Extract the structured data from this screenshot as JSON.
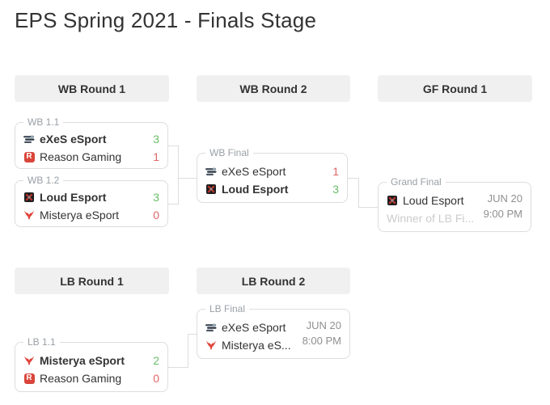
{
  "title": "EPS Spring 2021 - Finals Stage",
  "colors": {
    "win_score": "#6abf69",
    "loss_score": "#e06666",
    "team_red": "#d9453a",
    "border": "#dddddd",
    "label_gray": "#9aa0a6",
    "header_bg": "#f0f0f0",
    "text_dark": "#333333",
    "schedule_gray": "#909090",
    "placeholder_gray": "#cccccc"
  },
  "columns": [
    {
      "label": "WB Round 1"
    },
    {
      "label": "WB Round 2"
    },
    {
      "label": "GF Round 1"
    },
    {
      "label": "LB Round 1"
    },
    {
      "label": "LB Round 2"
    }
  ],
  "matches": [
    {
      "label": "WB 1.1",
      "teams": [
        {
          "name": "eXeS eSport",
          "icon": "exes-esport-logo",
          "score": "3",
          "winner": true
        },
        {
          "name": "Reason Gaming",
          "icon": "reason-gaming-logo",
          "score": "1",
          "winner": false
        }
      ]
    },
    {
      "label": "WB 1.2",
      "teams": [
        {
          "name": "Loud Esport",
          "icon": "loud-esport-logo",
          "score": "3",
          "winner": true
        },
        {
          "name": "Misterya eSport",
          "icon": "misterya-esport-logo",
          "score": "0",
          "winner": false
        }
      ]
    },
    {
      "label": "WB Final",
      "teams": [
        {
          "name": "eXeS eSport",
          "icon": "exes-esport-logo",
          "score": "1",
          "winner": false
        },
        {
          "name": "Loud Esport",
          "icon": "loud-esport-logo",
          "score": "3",
          "winner": true
        }
      ]
    },
    {
      "label": "Grand Final",
      "teams": [
        {
          "name": "Loud Esport",
          "icon": "loud-esport-logo"
        },
        {
          "name": "Winner of LB Fi...",
          "icon": "",
          "placeholder": true
        }
      ],
      "schedule": {
        "date": "JUN 20",
        "time": "9:00 PM"
      }
    },
    {
      "label": "LB Final",
      "teams": [
        {
          "name": "eXeS eSport",
          "icon": "exes-esport-logo"
        },
        {
          "name": "Misterya eS...",
          "icon": "misterya-esport-logo"
        }
      ],
      "schedule": {
        "date": "JUN 20",
        "time": "8:00 PM"
      }
    },
    {
      "label": "LB 1.1",
      "teams": [
        {
          "name": "Misterya eSport",
          "icon": "misterya-esport-logo",
          "score": "2",
          "winner": true
        },
        {
          "name": "Reason Gaming",
          "icon": "reason-gaming-logo",
          "score": "0",
          "winner": false
        }
      ]
    }
  ]
}
